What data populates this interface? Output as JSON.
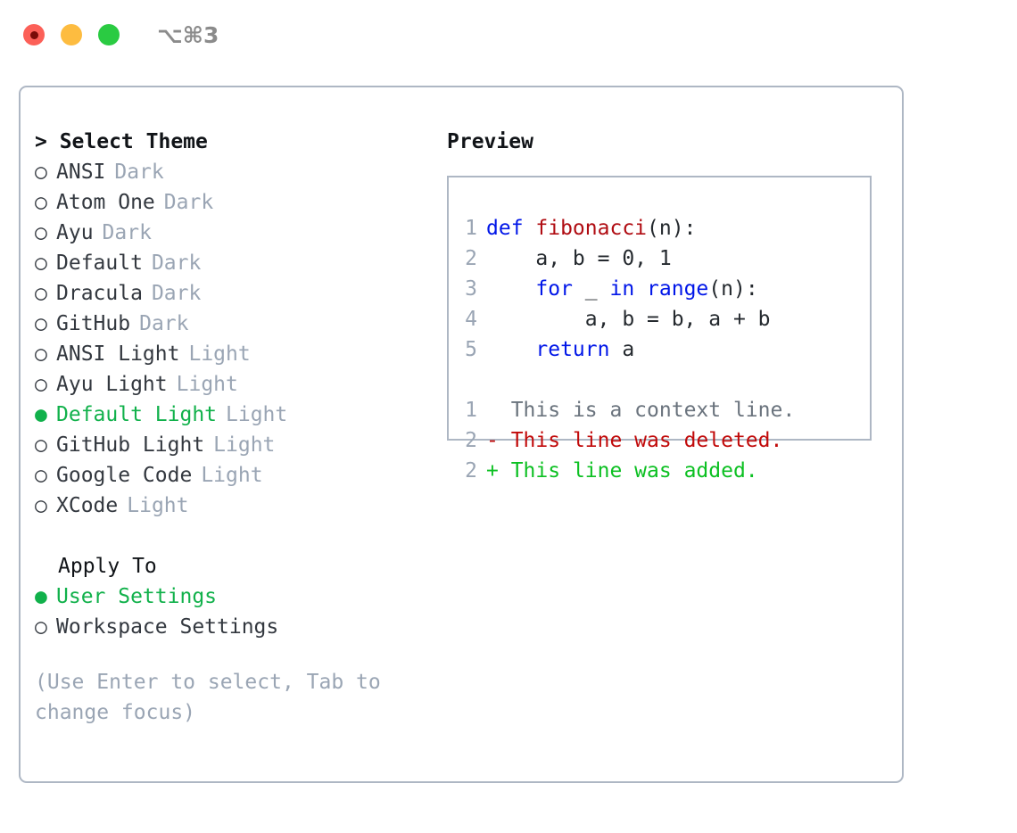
{
  "titlebar": {
    "shortcut": "⌥⌘3",
    "buttons": [
      "close",
      "minimize",
      "maximize"
    ]
  },
  "theme_picker": {
    "prompt": "> Select Theme",
    "bullet_selected": "●",
    "bullet_unselected": "○",
    "items": [
      {
        "label": "ANSI",
        "meta": "Dark",
        "selected": false
      },
      {
        "label": "Atom One",
        "meta": "Dark",
        "selected": false
      },
      {
        "label": "Ayu",
        "meta": "Dark",
        "selected": false
      },
      {
        "label": "Default",
        "meta": "Dark",
        "selected": false
      },
      {
        "label": "Dracula",
        "meta": "Dark",
        "selected": false
      },
      {
        "label": "GitHub",
        "meta": "Dark",
        "selected": false
      },
      {
        "label": "ANSI Light",
        "meta": "Light",
        "selected": false
      },
      {
        "label": "Ayu Light",
        "meta": "Light",
        "selected": false
      },
      {
        "label": "Default Light",
        "meta": "Light",
        "selected": true
      },
      {
        "label": "GitHub Light",
        "meta": "Light",
        "selected": false
      },
      {
        "label": "Google Code",
        "meta": "Light",
        "selected": false
      },
      {
        "label": "XCode",
        "meta": "Light",
        "selected": false
      }
    ]
  },
  "apply_to": {
    "heading": "Apply To",
    "items": [
      {
        "label": "User Settings",
        "selected": true
      },
      {
        "label": "Workspace Settings",
        "selected": false
      }
    ]
  },
  "hint": "(Use Enter to select, Tab to change focus)",
  "preview": {
    "title": "Preview",
    "code_lines": [
      {
        "no": "1",
        "tokens": [
          {
            "t": "def ",
            "c": "kw"
          },
          {
            "t": "fibonacci",
            "c": "fn"
          },
          {
            "t": "(n):",
            "c": "pn"
          }
        ]
      },
      {
        "no": "2",
        "tokens": [
          {
            "t": "    a, b = 0, 1",
            "c": "pn"
          }
        ]
      },
      {
        "no": "3",
        "tokens": [
          {
            "t": "    ",
            "c": "pn"
          },
          {
            "t": "for",
            "c": "kw"
          },
          {
            "t": " _ ",
            "c": "pn"
          },
          {
            "t": "in",
            "c": "kw"
          },
          {
            "t": " ",
            "c": "pn"
          },
          {
            "t": "range",
            "c": "kw"
          },
          {
            "t": "(n):",
            "c": "pn"
          }
        ]
      },
      {
        "no": "4",
        "tokens": [
          {
            "t": "        a, b = b, a + b",
            "c": "pn"
          }
        ]
      },
      {
        "no": "5",
        "tokens": [
          {
            "t": "    ",
            "c": "pn"
          },
          {
            "t": "return",
            "c": "kw"
          },
          {
            "t": " a",
            "c": "pn"
          }
        ]
      }
    ],
    "diff_lines": [
      {
        "no": "1",
        "marker": "  ",
        "text": "This is a context line.",
        "kind": "ctx"
      },
      {
        "no": "2",
        "marker": "- ",
        "text": "This line was deleted.",
        "kind": "del"
      },
      {
        "no": "2",
        "marker": "+ ",
        "text": "This line was added.",
        "kind": "add"
      }
    ]
  },
  "colors": {
    "accent_green": "#11b14b",
    "muted": "#9aa5b4",
    "border": "#aeb7c4",
    "keyword": "#0016e8",
    "function": "#b00c12",
    "diff_delete": "#c10a0a",
    "diff_add": "#0cc022",
    "traffic_red": "#fc6058",
    "traffic_yellow": "#fdbc40",
    "traffic_green": "#2acb42"
  }
}
